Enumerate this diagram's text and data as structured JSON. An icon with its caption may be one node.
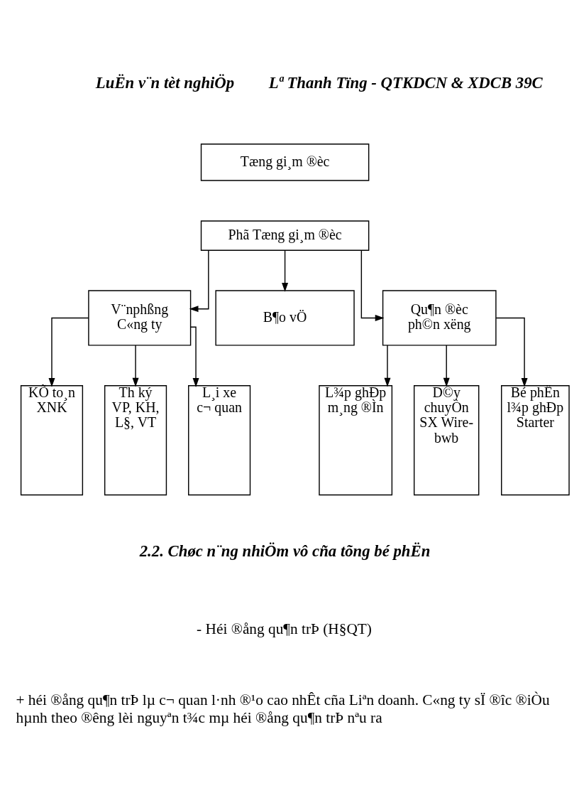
{
  "diagram": {
    "nodes": [
      {
        "text": [
          "Tæng gi¸m ®èc"
        ]
      },
      {
        "text": [
          "Phã Tæng gi¸m ®èc"
        ]
      },
      {
        "text": [
          "V¨nphßng C«ng ty"
        ]
      },
      {
        "text": [
          "B¶o vÖ"
        ]
      },
      {
        "text": [
          "Qu¶n ®èc ph©n xëng"
        ]
      },
      {
        "text": [
          "KÕ to¸n XNK"
        ]
      },
      {
        "text": [
          "Th ký VP, KH, L§, VT"
        ]
      },
      {
        "text": [
          "L¸i xe c¬ quan"
        ]
      },
      {
        "text": [
          "L¾p ghÐp m¸ng ®Ìn"
        ]
      },
      {
        "text": [
          "D©y chuyÒn SX Wire-bwb"
        ]
      },
      {
        "text": [
          "Bé phËn l¾p ghÐp Starter"
        ]
      }
    ],
    "edges": [
      {
        "from": 1,
        "to": 2,
        "arrow": "to"
      },
      {
        "from": 1,
        "to": 3,
        "arrow": "to"
      },
      {
        "from": 1,
        "to": 4,
        "arrow": "to"
      },
      {
        "from": 2,
        "to": 5,
        "arrow": "to"
      },
      {
        "from": 2,
        "to": 6,
        "arrow": "to"
      },
      {
        "from": 2,
        "to": 7,
        "arrow": "to"
      },
      {
        "from": 4,
        "to": 8,
        "arrow": "to"
      },
      {
        "from": 4,
        "to": 9,
        "arrow": "to"
      },
      {
        "from": 4,
        "to": 10,
        "arrow": "to"
      }
    ],
    "labels": [
      "LuËn v¨n tèt nghiÖp",
      "Lª Thanh Tïng - QTKDCN & XDCB 39C",
      "2.2. Chøc n¨ng nhiÖm vô cña tõng bé phËn",
      "- Héi ®ång qu¶n trÞ (H§QT)",
      "+ héi ®ång qu¶n trÞ lµ c¬ quan l·nh ®¹o cao nhÊt cña Liªn doanh. C«ng ty sÏ ®îc ®iÒu hµnh theo ®êng lèi nguyªn t¾c mµ héi ®ång qu¶n trÞ nªu ra"
    ]
  }
}
